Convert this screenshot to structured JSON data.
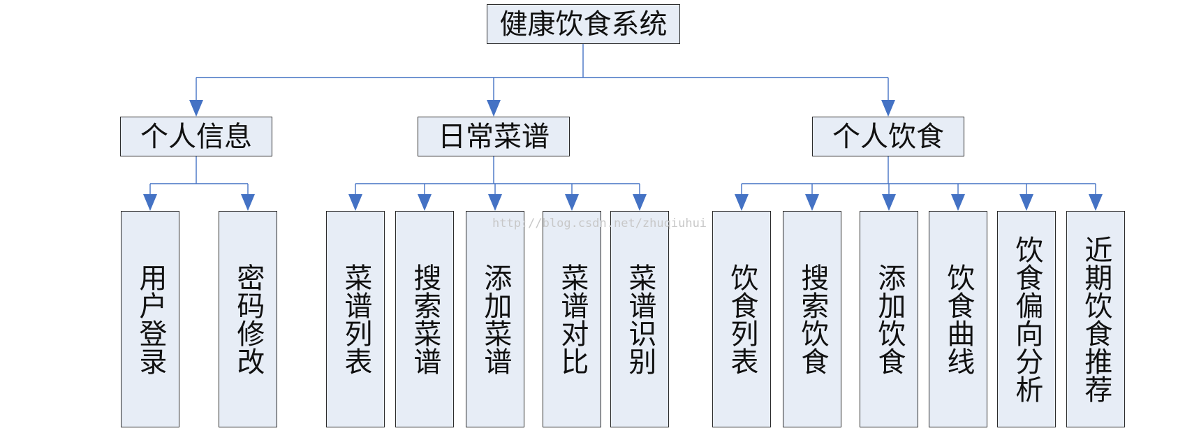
{
  "root": {
    "label": "健康饮食系统"
  },
  "groups": [
    {
      "label": "个人信息",
      "children": [
        "用户登录",
        "密码修改"
      ]
    },
    {
      "label": "日常菜谱",
      "children": [
        "菜谱列表",
        "搜索菜谱",
        "添加菜谱",
        "菜谱对比",
        "菜谱识别"
      ]
    },
    {
      "label": "个人饮食",
      "children": [
        "饮食列表",
        "搜索饮食",
        "添加饮食",
        "饮食曲线",
        "饮食偏向分析",
        "近期饮食推荐"
      ]
    }
  ],
  "watermark": "http://blog.csdn.net/zhuqiuhui",
  "colors": {
    "box_fill": "#e7edf6",
    "border": "#2b2b2b",
    "connector": "#4472c4"
  }
}
